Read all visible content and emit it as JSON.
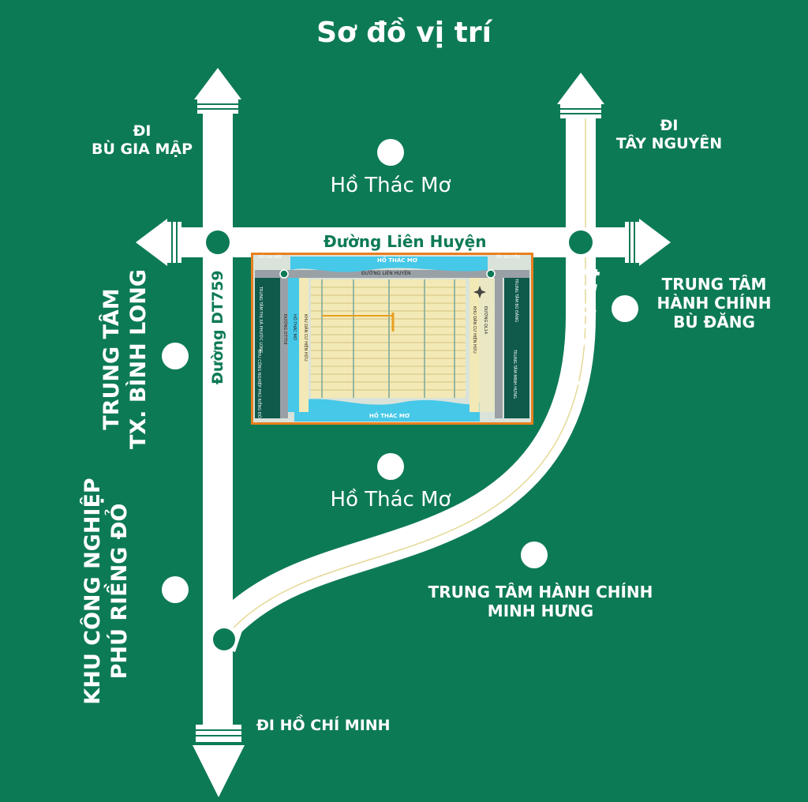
{
  "title": "Sơ đồ vị trí",
  "roads": {
    "lien_huyen": "Đường Liên Huyện",
    "dt759": "Đường DT759",
    "ql14": "Quốc Lộ 14"
  },
  "directions": {
    "bu_gia_map": [
      "ĐI",
      "BÙ GIA MẬP"
    ],
    "tay_nguyen": [
      "ĐI",
      "TÂY NGUYÊN"
    ],
    "ho_chi_minh": "ĐI HỒ CHÍ MINH"
  },
  "places": {
    "ho_thac_mo_top": "Hồ Thác Mơ",
    "ho_thac_mo_bottom": "Hồ Thác Mơ",
    "trung_tam_bu_dang": [
      "TRUNG TÂM",
      "HÀNH CHÍNH",
      "BÙ ĐĂNG"
    ],
    "trung_tam_minh_hung": [
      "TRUNG TÂM HÀNH CHÍNH",
      "MINH HƯNG"
    ],
    "tx_binh_long": [
      "TRUNG TÂM",
      "TX. BÌNH LONG"
    ],
    "kcn_phu_rieng_do": [
      "KHU CÔNG NGHIỆP",
      "PHÚ RIỀNG ĐỎ"
    ]
  },
  "plan": {
    "ho_thac_mo_top": "HỒ THÁC MƠ",
    "ho_thac_mo_bottom": "HỒ THÁC MƠ",
    "duong_lien_huyen": "ĐƯỜNG LIÊN HUYỆN",
    "left_inset": "TRUNG TÂM THỊ XÃ PHƯỚC LONG",
    "left_inset_2": "KHU CÔNG NGHIỆP PHÚ RIỀNG ĐỎ",
    "left_road": "ĐƯỜNG DT759",
    "left_kdc": "KHU DÂN CƯ HIỆN HỮU",
    "left_lake": "HỒ THÁC MƠ",
    "right_kdc": "KHU DÂN CƯ HIỆN HỮU",
    "right_road": "ĐƯỜNG QL14",
    "right_inset": "TRUNG TÂM BÙ ĐĂNG",
    "right_inset_2": "TRUNG TÂM MINH HƯNG",
    "corner_left": "BÙ GIA MẬP",
    "corner_right": "TÂY NGUYÊN"
  },
  "colors": {
    "background": "#0d7a56",
    "road": "#ffffff",
    "plan_border": "#e8801e",
    "plan_inset": "#0f5a4a",
    "water": "#46c8e8",
    "lot": "#f3e9b6"
  }
}
